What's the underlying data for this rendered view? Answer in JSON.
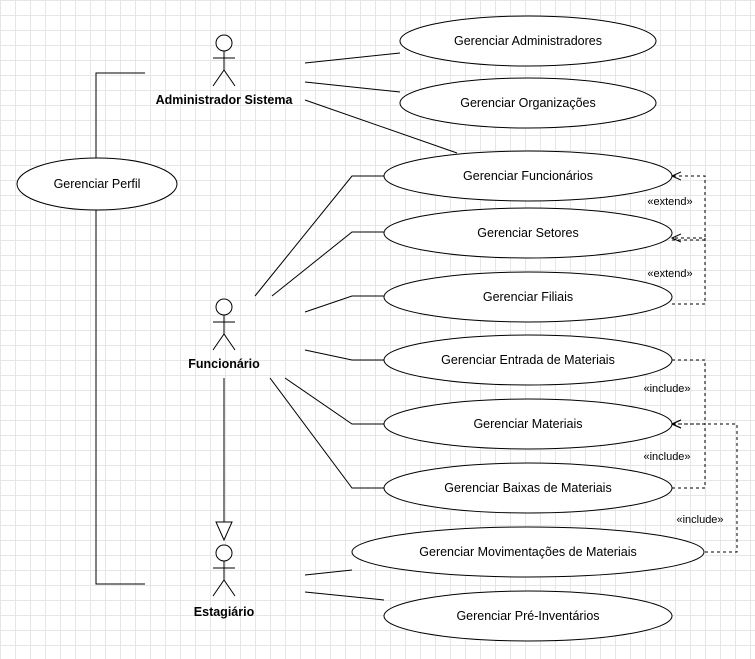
{
  "actors": {
    "admin": "Administrador Sistema",
    "funcionario": "Funcionário",
    "estagiario": "Estagiário"
  },
  "usecases": {
    "perfil": "Gerenciar Perfil",
    "administradores": "Gerenciar Administradores",
    "organizacoes": "Gerenciar Organizações",
    "funcionarios": "Gerenciar Funcionários",
    "setores": "Gerenciar Setores",
    "filiais": "Gerenciar Filiais",
    "entrada": "Gerenciar Entrada de Materiais",
    "materiais": "Gerenciar Materiais",
    "baixas": "Gerenciar Baixas de Materiais",
    "movimentacoes": "Gerenciar Movimentações de Materiais",
    "preinventarios": "Gerenciar Pré-Inventários"
  },
  "relations": {
    "extend1": "«extend»",
    "extend2": "«extend»",
    "include1": "«include»",
    "include2": "«include»",
    "include3": "«include»"
  }
}
